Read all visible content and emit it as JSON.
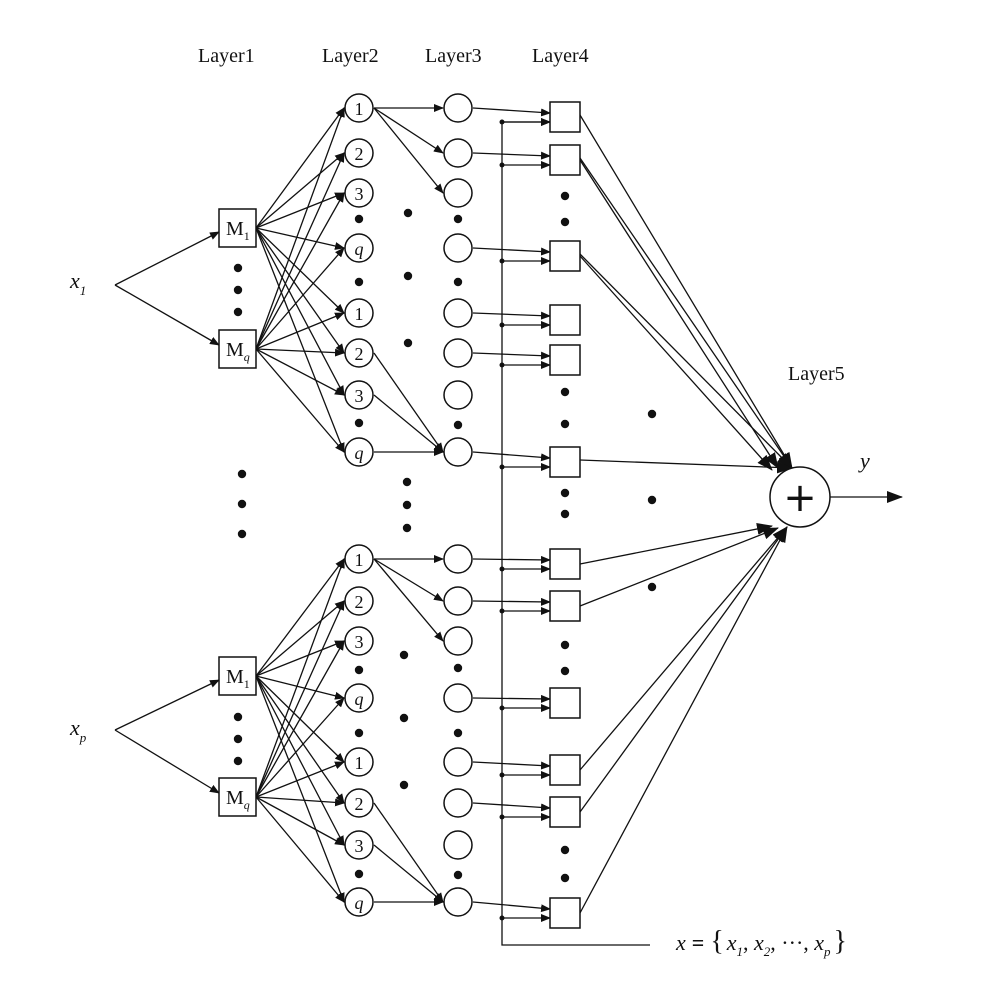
{
  "layer_labels": {
    "layer1": "Layer1",
    "layer2": "Layer2",
    "layer3": "Layer3",
    "layer4": "Layer4",
    "layer5": "Layer5"
  },
  "inputs": {
    "first": {
      "base": "x",
      "sub": "1"
    },
    "last": {
      "base": "x",
      "sub": "p"
    }
  },
  "membership": {
    "first": {
      "base": "M",
      "sub": "1"
    },
    "last": {
      "base": "M",
      "sub": "q"
    }
  },
  "layer2_node_labels": [
    "1",
    "2",
    "3",
    "q"
  ],
  "sum_symbol": "+",
  "output_label": "y",
  "input_set_formula": {
    "lhs": "x",
    "eq": "=",
    "open": "{",
    "x1": "x",
    "x1_sub": "1",
    "x2": "x",
    "x2_sub": "2",
    "dots": "···",
    "xp": "x",
    "xp_sub": "p",
    "close": "}"
  }
}
